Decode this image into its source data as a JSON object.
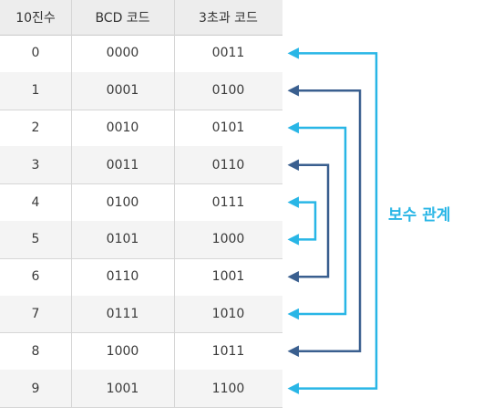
{
  "table": {
    "headers": [
      "10진수",
      "BCD 코드",
      "3초과 코드"
    ],
    "rows": [
      {
        "dec": "0",
        "bcd": "0000",
        "excess3": "0011"
      },
      {
        "dec": "1",
        "bcd": "0001",
        "excess3": "0100"
      },
      {
        "dec": "2",
        "bcd": "0010",
        "excess3": "0101"
      },
      {
        "dec": "3",
        "bcd": "0011",
        "excess3": "0110"
      },
      {
        "dec": "4",
        "bcd": "0100",
        "excess3": "0111"
      },
      {
        "dec": "5",
        "bcd": "0101",
        "excess3": "1000"
      },
      {
        "dec": "6",
        "bcd": "0110",
        "excess3": "1001"
      },
      {
        "dec": "7",
        "bcd": "0111",
        "excess3": "1010"
      },
      {
        "dec": "8",
        "bcd": "1000",
        "excess3": "1011"
      },
      {
        "dec": "9",
        "bcd": "1001",
        "excess3": "1100"
      }
    ]
  },
  "annotation": {
    "label": "보수 관계",
    "pairs": [
      {
        "from": "0",
        "to": "9",
        "color": "#29b6e6"
      },
      {
        "from": "1",
        "to": "8",
        "color": "#3a5f8f"
      },
      {
        "from": "2",
        "to": "7",
        "color": "#29b6e6"
      },
      {
        "from": "3",
        "to": "6",
        "color": "#3a5f8f"
      },
      {
        "from": "4",
        "to": "5",
        "color": "#29b6e6"
      }
    ]
  },
  "colors": {
    "light_arrow": "#29b6e6",
    "dark_arrow": "#3a5f8f",
    "header_bg": "#ededed"
  }
}
